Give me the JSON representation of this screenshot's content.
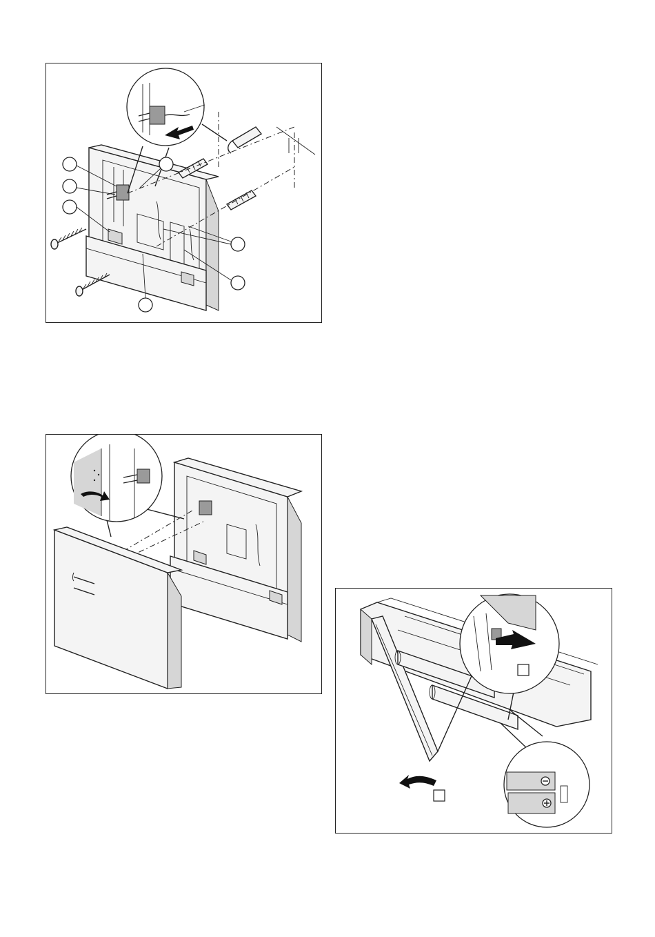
{
  "page": {
    "background": "#ffffff",
    "line_color": "#222222"
  },
  "figures": [
    {
      "id": "mounting-wall-plate",
      "callout_count": 7,
      "icons": [
        "wall-plug-icon",
        "screw-icon",
        "connector-plug-icon",
        "magnifier-callout-icon",
        "push-arrow-icon"
      ]
    },
    {
      "id": "attaching-front-cover",
      "icons": [
        "magnifier-callout-icon",
        "hinge-arrow-icon",
        "front-cover-icon",
        "wall-plate-icon"
      ]
    },
    {
      "id": "battery-compartment",
      "battery_polarity": [
        "−",
        "+"
      ],
      "icons": [
        "release-arrow-icon",
        "battery-icon",
        "magnifier-callout-icon"
      ]
    }
  ]
}
